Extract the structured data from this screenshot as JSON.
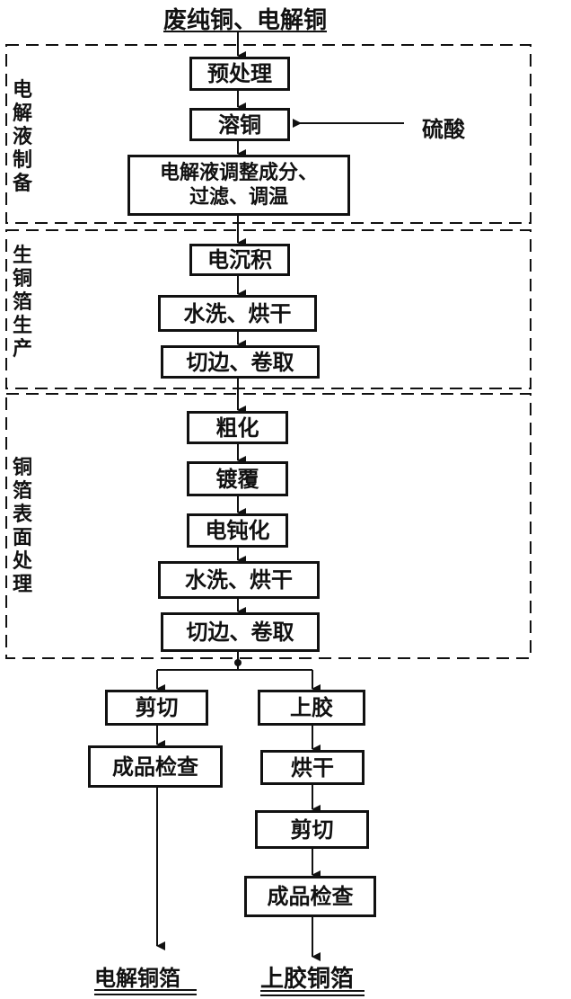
{
  "input": "废纯铜、电解铜",
  "acid": "硫酸",
  "sections": [
    {
      "label": "电解液制备"
    },
    {
      "label": "生铜箔生产"
    },
    {
      "label": "铜箔表面处理"
    }
  ],
  "steps": {
    "pretreat": "预处理",
    "dissolve": "溶铜",
    "adjust": "电解液调整成分、\n过滤、调温",
    "deposit": "电沉积",
    "wash1": "水洗、烘干",
    "trim1": "切边、卷取",
    "roughen": "粗化",
    "plate": "镀覆",
    "passivate": "电钝化",
    "wash2": "水洗、烘干",
    "trim2": "切边、卷取",
    "cut_left": "剪切",
    "inspect_left": "成品检查",
    "glue": "上胶",
    "dry": "烘干",
    "cut_right": "剪切",
    "inspect_right": "成品检查"
  },
  "outputs": {
    "left": "电解铜箔",
    "right": "上胶铜箔"
  }
}
